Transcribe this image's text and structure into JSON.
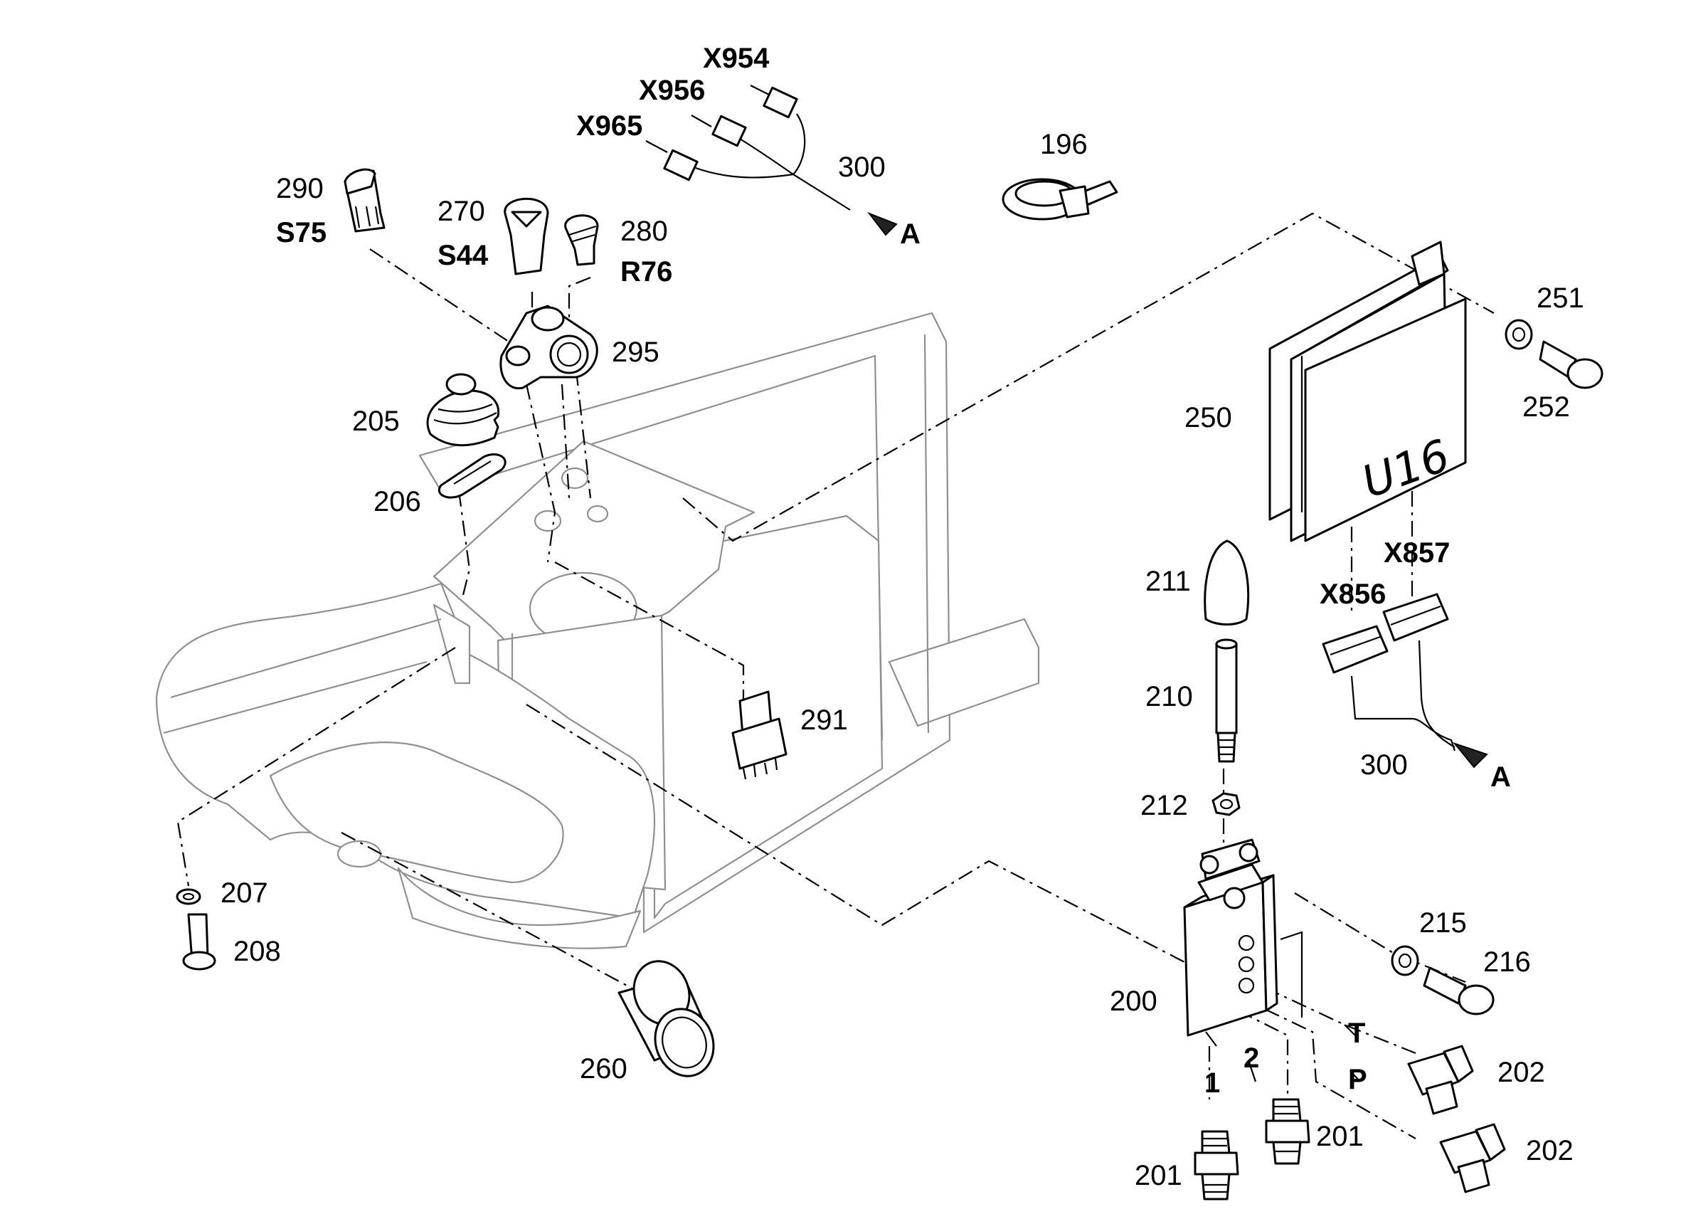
{
  "labels": {
    "p196": "196",
    "p200": "200",
    "p201a": "201",
    "p201b": "201",
    "p202a": "202",
    "p202b": "202",
    "p205": "205",
    "p206": "206",
    "p207": "207",
    "p208": "208",
    "p210": "210",
    "p211": "211",
    "p212": "212",
    "p215": "215",
    "p216": "216",
    "p250": "250",
    "p251": "251",
    "p252": "252",
    "p260": "260",
    "p270": "270",
    "p280": "280",
    "p290": "290",
    "p291": "291",
    "p295": "295",
    "p300a": "300",
    "p300b": "300"
  },
  "codes": {
    "x954": "X954",
    "x956": "X956",
    "x965": "X965",
    "x856": "X856",
    "x857": "X857",
    "s75": "S75",
    "s44": "S44",
    "r76": "R76",
    "u16": "U16",
    "arrow_a1": "A",
    "arrow_a2": "A",
    "port_t": "T",
    "port_p": "P",
    "port_1": "1",
    "port_2": "2"
  }
}
